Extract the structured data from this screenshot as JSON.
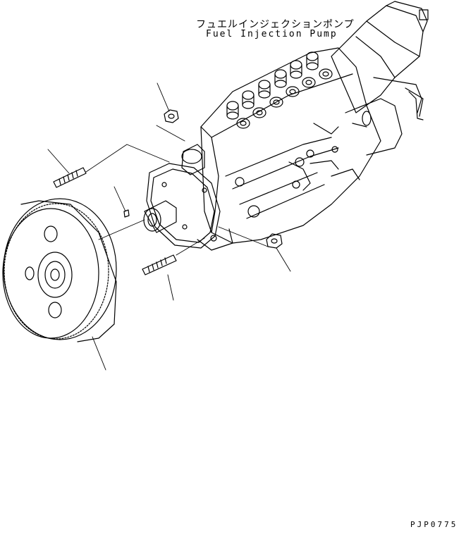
{
  "diagram": {
    "title_jp": "フュエルインジェクションポンプ",
    "title_en": "Fuel Injection Pump",
    "drawing_code": "PJP0775"
  }
}
